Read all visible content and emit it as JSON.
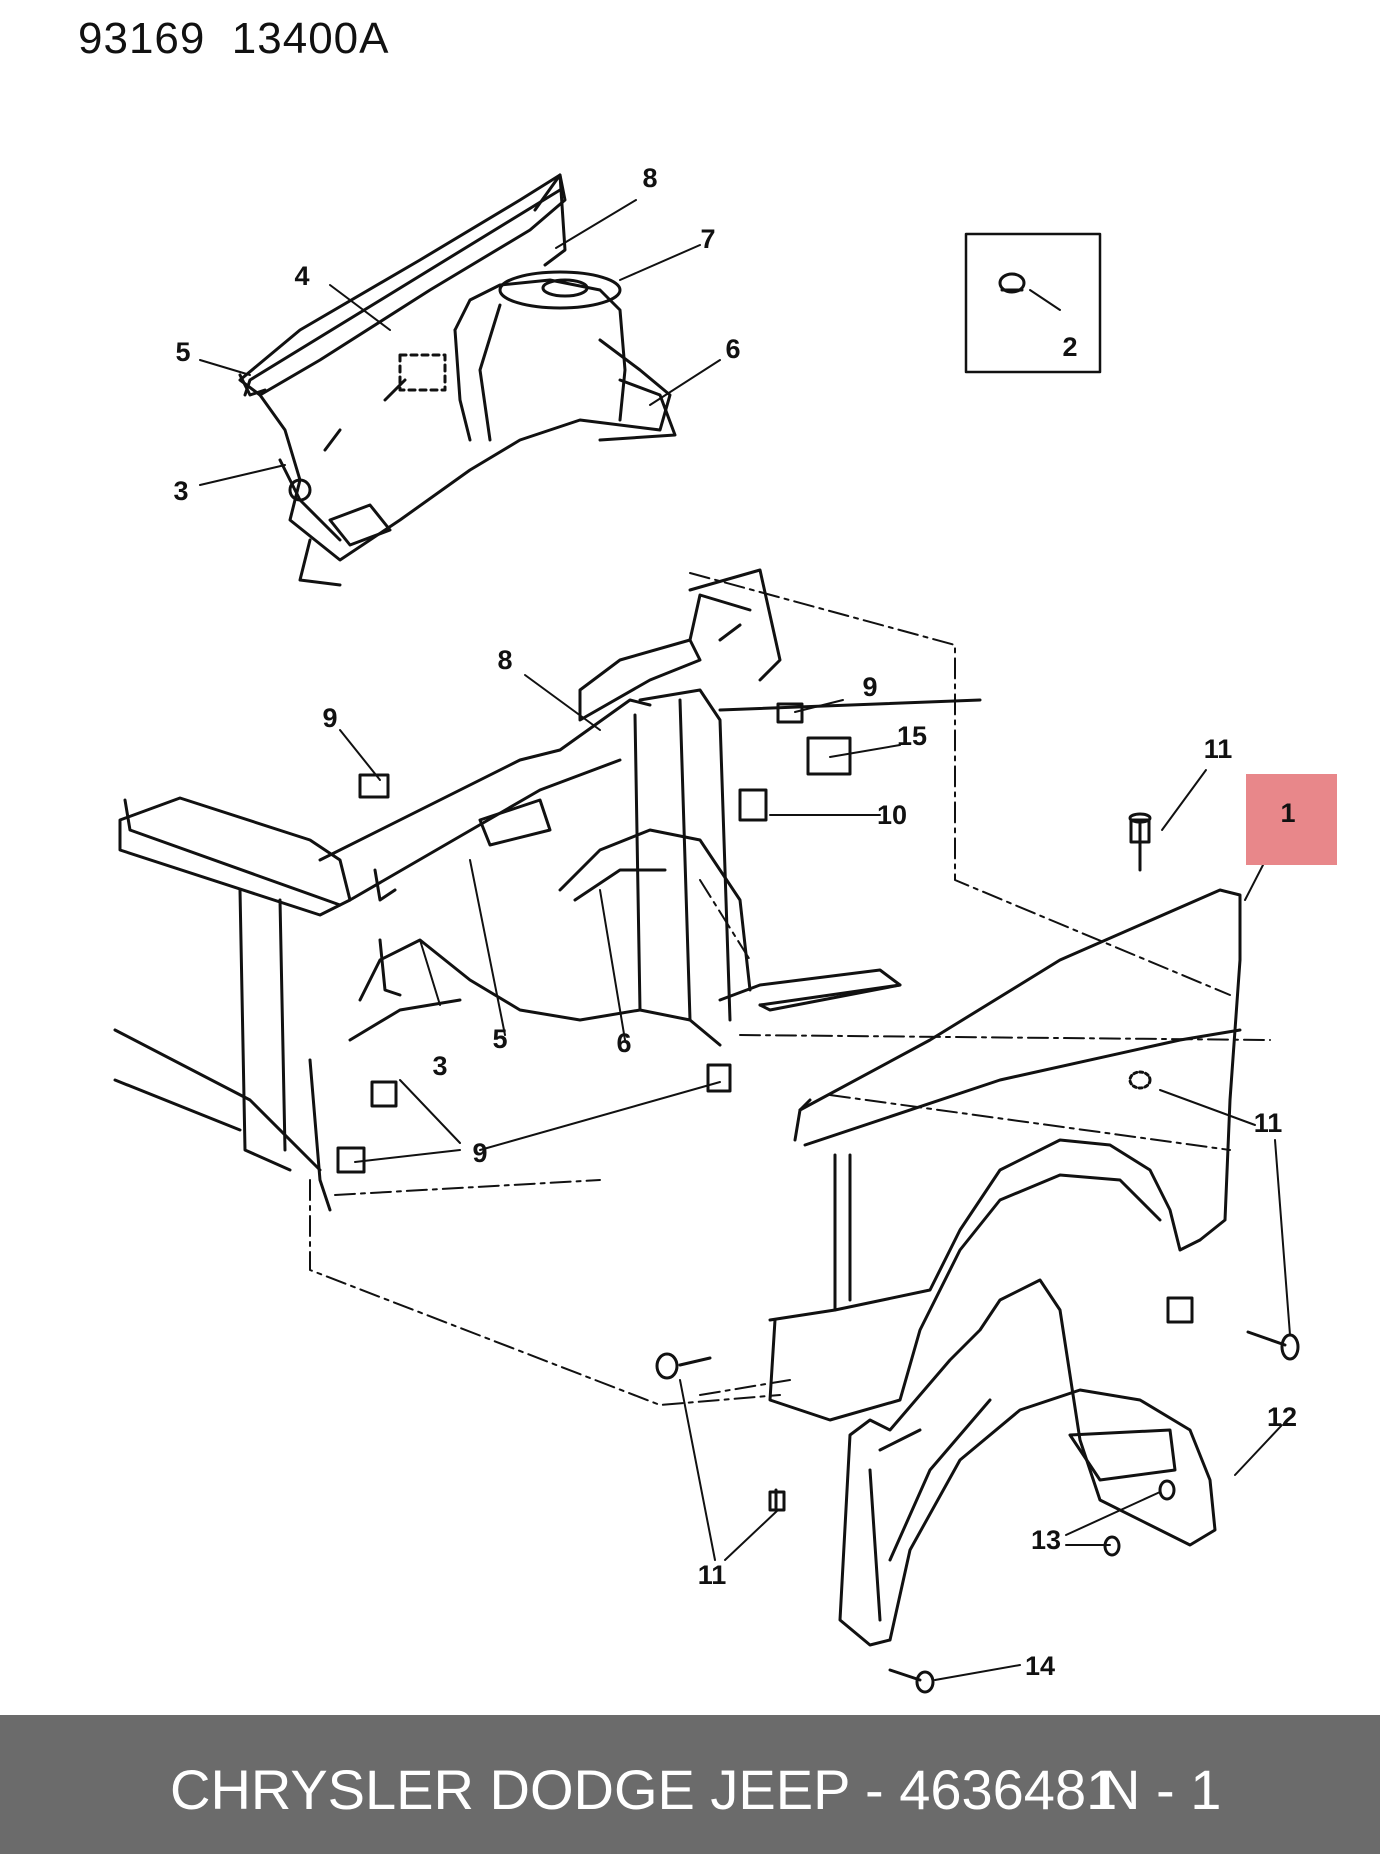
{
  "header": {
    "code": "93169  13400A"
  },
  "callouts": {
    "c1": "1",
    "c2": "2",
    "c3a": "3",
    "c3b": "3",
    "c4": "4",
    "c5a": "5",
    "c5b": "5",
    "c6a": "6",
    "c6b": "6",
    "c7": "7",
    "c8a": "8",
    "c8b": "8",
    "c9a": "9",
    "c9b": "9",
    "c9c": "9",
    "c10": "10",
    "c11a": "11",
    "c11b": "11",
    "c11c": "11",
    "c12": "12",
    "c13": "13",
    "c14": "14",
    "c15": "15"
  },
  "highlight_color": "#e8878a",
  "footer": {
    "part_text": "CHRYSLER DODGE JEEP - 4636481",
    "sequence": "N - 1"
  }
}
